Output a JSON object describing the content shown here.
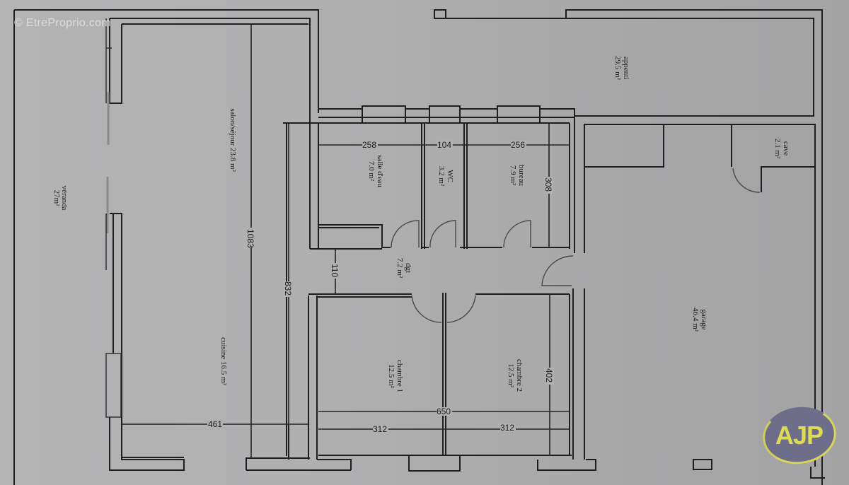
{
  "watermark": "© EtreProprio.com",
  "logo": {
    "text": "AJP",
    "colors": {
      "ellipse": "#6e6e8a",
      "text": "#dedb55"
    }
  },
  "rooms": {
    "veranda": {
      "name": "véranda",
      "area": "27m²"
    },
    "salon": {
      "label": "salon/séjour 23.8 m²"
    },
    "cuisine": {
      "label": "cuisine 16.5 m²"
    },
    "salle_deau": {
      "name": "salle d'eau",
      "area": "7.0 m²"
    },
    "wc": {
      "name": "WC",
      "area": "3.2 m²"
    },
    "bureau": {
      "name": "bureau",
      "area": "7.9 m²"
    },
    "dgt": {
      "name": "dgt",
      "area": "7.2 m²"
    },
    "chambre1": {
      "name": "chambre 1",
      "area": "12.5 m²"
    },
    "chambre2": {
      "name": "chambre 2",
      "area": "12.5 m²"
    },
    "appenti": {
      "name": "appenti",
      "area": "29.5 m²"
    },
    "cave": {
      "name": "cave",
      "area": "2.1 m²"
    },
    "garage": {
      "name": "garage",
      "area": "46.4 m²"
    }
  },
  "dimensions": {
    "d1083": "1083",
    "d832": "832",
    "d461": "461",
    "d258": "258",
    "d104": "104",
    "d256": "256",
    "d308": "308",
    "d110": "110",
    "d650": "650",
    "d312a": "312",
    "d312b": "312",
    "d402": "402"
  }
}
